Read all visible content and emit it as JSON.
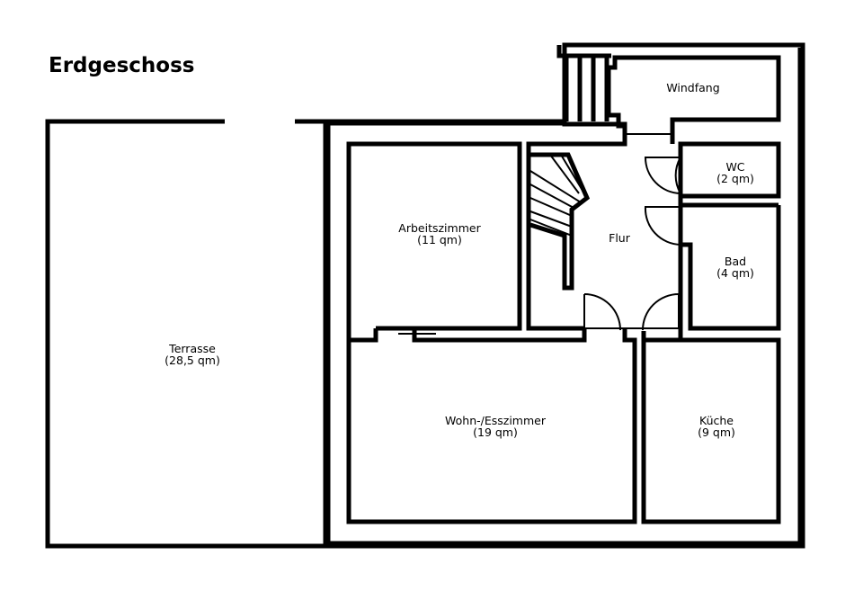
{
  "title": "Erdgeschoss",
  "rooms": {
    "terrasse": {
      "name": "Terrasse",
      "area": "(28,5 qm)"
    },
    "arbeitszimmer": {
      "name": "Arbeitszimmer",
      "area": "(11 qm)"
    },
    "windfang": {
      "name": "Windfang"
    },
    "wc": {
      "name": "WC",
      "area": "(2 qm)"
    },
    "flur": {
      "name": "Flur"
    },
    "bad": {
      "name": "Bad",
      "area": "(4 qm)"
    },
    "wohnzimmer": {
      "name": "Wohn-/Esszimmer",
      "area": "(19 qm)"
    },
    "kueche": {
      "name": "Küche",
      "area": "(9 qm)"
    }
  },
  "colors": {
    "wall": "#000000",
    "background": "#ffffff"
  }
}
